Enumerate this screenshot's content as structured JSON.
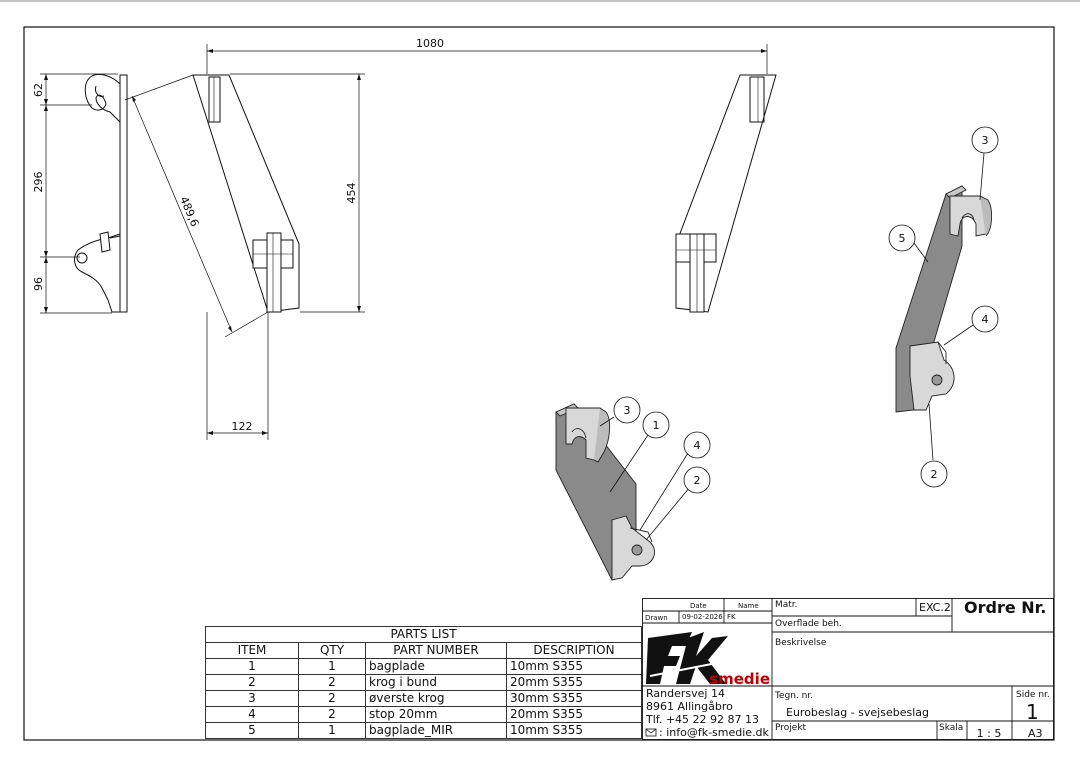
{
  "dimensions": {
    "overall_width": "1080",
    "height": "454",
    "diagonal": "489,6",
    "offset": "122",
    "side_top": "62",
    "side_mid": "296",
    "side_bottom": "96"
  },
  "balloons": {
    "iso1": [
      "3",
      "1",
      "4",
      "2"
    ],
    "iso2": [
      "3",
      "5",
      "4",
      "2"
    ]
  },
  "parts_list": {
    "caption": "PARTS LIST",
    "headers": [
      "ITEM",
      "QTY",
      "PART NUMBER",
      "DESCRIPTION"
    ],
    "rows": [
      [
        "1",
        "1",
        "bagplade",
        "10mm S355"
      ],
      [
        "2",
        "2",
        "krog i bund",
        "20mm S355"
      ],
      [
        "3",
        "2",
        "øverste krog",
        "30mm S355"
      ],
      [
        "4",
        "2",
        "stop 20mm",
        "20mm S355"
      ],
      [
        "5",
        "1",
        "bagplade_MIR",
        "10mm S355"
      ]
    ]
  },
  "title_block": {
    "date_label": "Date",
    "name_label": "Name",
    "drawn_label": "Drawn",
    "drawn_date": "09-02-2026",
    "drawn_name": "FK",
    "logo_text": "smedie",
    "address_line1": "Randersvej 14",
    "address_line2": "8961 Allingåbro",
    "phone": "Tlf. +45 22 92 87 13",
    "email": ": info@fk-smedie.dk",
    "matr_label": "Matr.",
    "exc_value": "EXC.2",
    "order_label": "Ordre Nr.",
    "surface_label": "Overflade beh.",
    "description_label": "Beskrivelse",
    "drawing_no_label": "Tegn. nr.",
    "drawing_title": "Eurobeslag - svejsebeslag",
    "page_label": "Side nr.",
    "page_value": "1",
    "project_label": "Projekt",
    "scale_label": "Skala",
    "scale_value": "1 : 5",
    "format": "A3"
  }
}
